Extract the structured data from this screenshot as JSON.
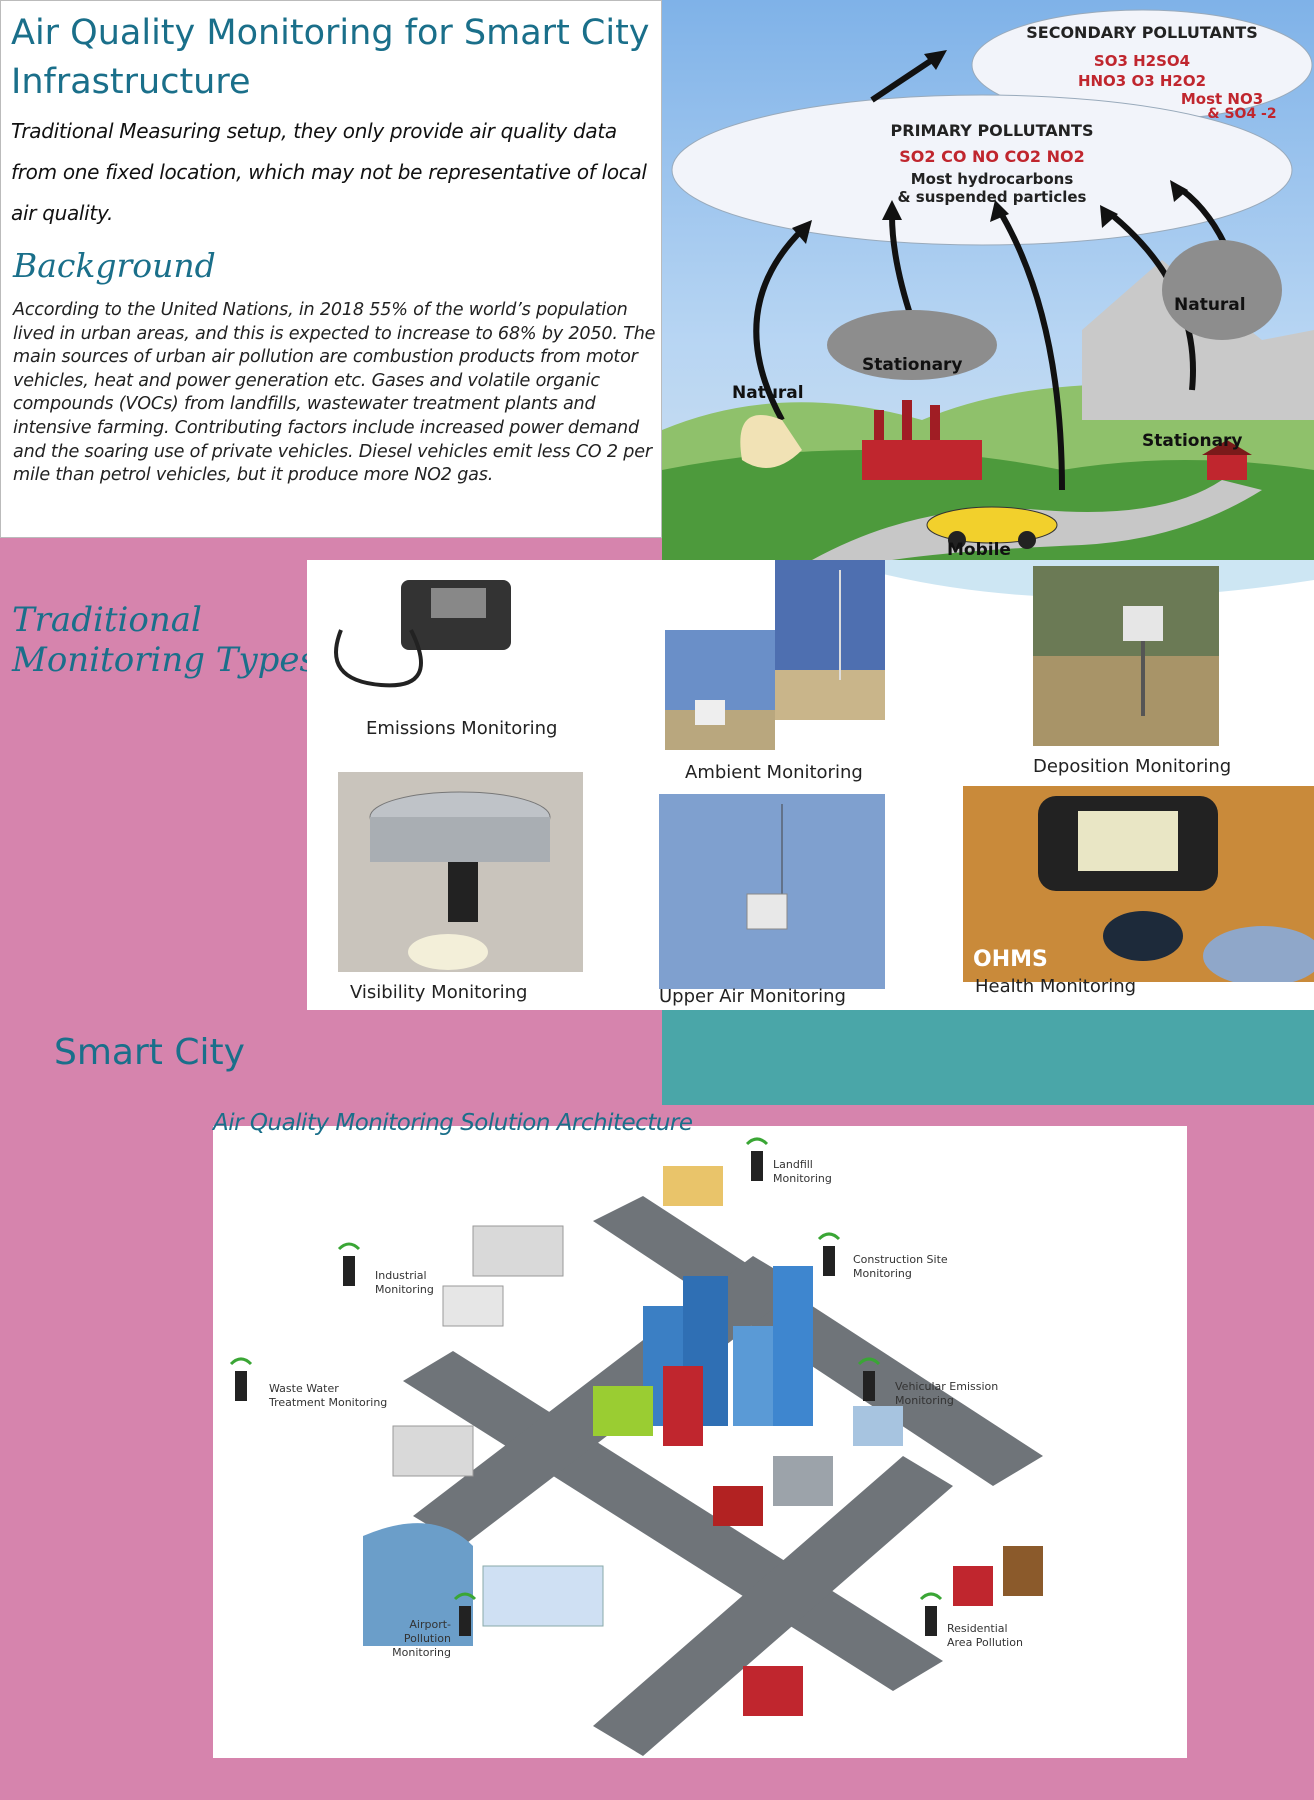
{
  "header": {
    "title": "Air Quality Monitoring for Smart City Infrastructure",
    "subtitle": "Traditional Measuring setup, they only provide air quality data from one fixed location, which may not be representative of local air quality."
  },
  "background": {
    "heading": "Background",
    "body": "According to the United Nations, in 2018 55% of the world’s population lived in urban areas, and this is expected to increase to 68% by 2050. The main sources of urban air pollution are combustion products from motor vehicles, heat and power generation etc. Gases and volatile organic compounds (VOCs) from landfills, wastewater treatment plants and intensive farming. Contributing factors include increased power demand and the soaring use of private vehicles. Diesel vehicles emit less CO 2 per mile than petrol vehicles, but it produce more NO2 gas."
  },
  "pollution_diagram": {
    "secondary_title": "SECONDARY POLLUTANTS",
    "secondary_line1": "SO3     H2SO4",
    "secondary_line2": "HNO3     O3     H2O2",
    "secondary_line3": "Most NO3",
    "secondary_line4": "& SO4 -2",
    "primary_title": "PRIMARY POLLUTANTS",
    "primary_formulas": "SO2    CO    NO    CO2    NO2",
    "primary_line1": "Most hydrocarbons",
    "primary_line2": "& suspended particles",
    "source_natural_left": "Natural",
    "source_stationary_center": "Stationary",
    "source_natural_right": "Natural",
    "source_stationary_right": "Stationary",
    "source_mobile": "Mobile"
  },
  "traditional": {
    "heading_line1": "Traditional",
    "heading_line2": "Monitoring Types",
    "types": [
      {
        "label": "Emissions Monitoring"
      },
      {
        "label": "Ambient Monitoring"
      },
      {
        "label": "Deposition Monitoring"
      },
      {
        "label": "Visibility Monitoring"
      },
      {
        "label": "Upper Air Monitoring"
      },
      {
        "label": "Health Monitoring"
      }
    ],
    "ohms_label": "OHMS"
  },
  "smart_city": {
    "heading": "Smart City",
    "arch_title": "Air Quality Monitoring Solution Architecture",
    "nodes": {
      "landfill": "Landfill Monitoring",
      "construction": "Construction Site Monitoring",
      "industrial": "Industrial Monitoring",
      "wastewater": "Waste Water Treatment Monitoring",
      "vehicular": "Vehicular Emission Monitoring",
      "airport": "Airport- Pollution Monitoring",
      "residential": "Residential Area Pollution"
    }
  },
  "colors": {
    "page_bg": "#d684ad",
    "heading": "#1a6f8a",
    "teal_block": "#4aa6a8"
  }
}
